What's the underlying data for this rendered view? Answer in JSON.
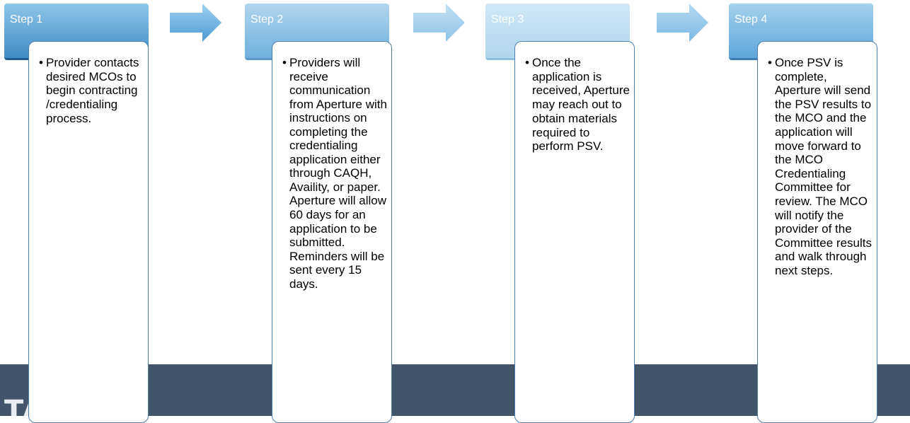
{
  "colors": {
    "footer_bar": "#44546a",
    "card_border": "#4f7fb0",
    "header_text": "#ffffff"
  },
  "footer": {
    "logo_text": "TAHP"
  },
  "steps": [
    {
      "header": "Step 1",
      "text": "Provider contacts desired MCOs to begin contracting /credentialing process."
    },
    {
      "header": "Step 2",
      "text": "Providers will receive communication from Aperture with instructions on completing the credentialing application either through CAQH, Availity, or paper. Aperture will allow 60 days for an application to be submitted. Reminders will be sent every 15 days."
    },
    {
      "header": "Step 3",
      "text": "Once the application is received, Aperture may reach out to obtain materials required to perform PSV."
    },
    {
      "header": "Step 4",
      "text": "Once PSV is complete, Aperture will send the PSV results to the MCO and the application will move forward to the MCO Credentialing Committee for review.  The MCO will notify the provider of the Committee results and walk through next steps."
    }
  ],
  "arrows": [
    "arrow-right-icon",
    "arrow-right-icon",
    "arrow-right-icon"
  ]
}
